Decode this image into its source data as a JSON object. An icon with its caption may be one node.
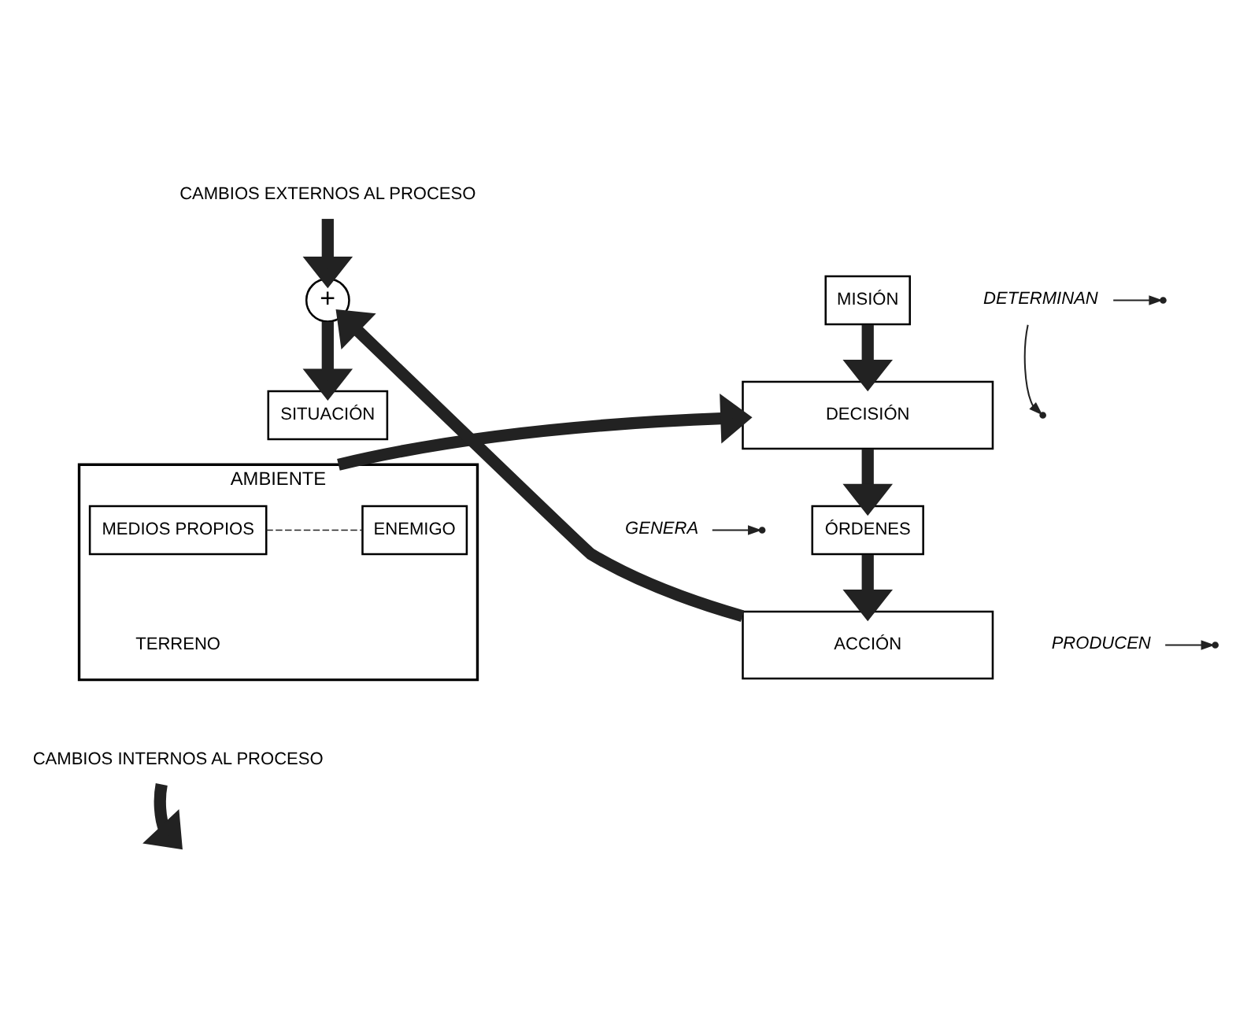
{
  "diagram": {
    "nodes": [
      {
        "text": [
          "CAMBIOS EXTERNOS AL PROCESO"
        ]
      },
      {
        "text": [
          "+"
        ]
      },
      {
        "text": [
          "SITUACIÓN"
        ]
      },
      {
        "text": [
          "AMBIENTE",
          "TERRENO"
        ]
      },
      {
        "text": [
          "MEDIOS PROPIOS"
        ],
        "in": 3
      },
      {
        "text": [
          "ENEMIGO"
        ],
        "in": 3
      },
      {
        "text": [
          "MISIÓN"
        ]
      },
      {
        "text": [
          "DETERMINAN"
        ]
      },
      {
        "text": [
          "DECISIÓN"
        ]
      },
      {
        "text": [
          "GENERA"
        ]
      },
      {
        "text": [
          "ÓRDENES"
        ]
      },
      {
        "text": [
          "PRODUCEN"
        ]
      },
      {
        "text": [
          "ACCIÓN"
        ]
      },
      {
        "text": [
          "CAMBIOS INTERNOS AL PROCESO"
        ]
      }
    ],
    "edges": [
      {
        "from": 0,
        "to": 1,
        "arrow": "to"
      },
      {
        "from": 1,
        "to": 2,
        "arrow": "to"
      },
      {
        "from": 4,
        "to": 5,
        "arrow": "none",
        "style": "dashed"
      },
      {
        "from": 3,
        "to": 8,
        "arrow": "to"
      },
      {
        "from": 6,
        "to": 8,
        "arrow": "to"
      },
      {
        "from": 8,
        "to": 10,
        "arrow": "to"
      },
      {
        "from": 10,
        "to": 12,
        "arrow": "to"
      },
      {
        "from": 12,
        "to": 1,
        "arrow": "to"
      },
      {
        "from": 7,
        "to": null,
        "arrow": "to"
      },
      {
        "from": 7,
        "to": null,
        "arrow": "to"
      },
      {
        "from": 9,
        "to": null,
        "arrow": "to"
      },
      {
        "from": 11,
        "to": null,
        "arrow": "to"
      },
      {
        "from": 13,
        "to": null,
        "arrow": "to"
      }
    ]
  }
}
